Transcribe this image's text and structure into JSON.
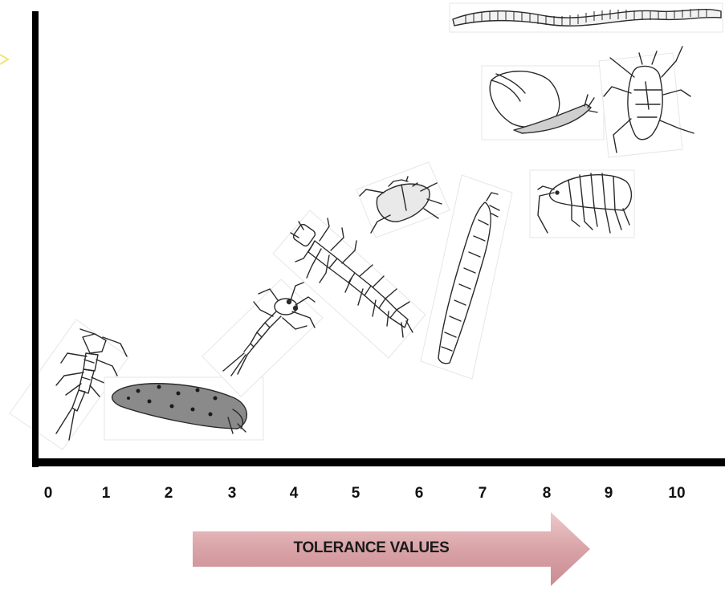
{
  "axis": {
    "x_ticks": [
      "0",
      "1",
      "2",
      "3",
      "4",
      "5",
      "6",
      "7",
      "8",
      "9",
      "10"
    ]
  },
  "arrow": {
    "label": "TOLERANCE VALUES",
    "color": "#d9a3a7"
  },
  "organisms": [
    {
      "icon": "stonefly-nymph-icon"
    },
    {
      "icon": "hellgrammite-larva-icon"
    },
    {
      "icon": "mayfly-nymph-icon"
    },
    {
      "icon": "dobsonfly-larva-icon"
    },
    {
      "icon": "water-beetle-icon"
    },
    {
      "icon": "cranefly-larva-icon"
    },
    {
      "icon": "scud-amphipod-icon"
    },
    {
      "icon": "pond-snail-icon"
    },
    {
      "icon": "water-bug-icon"
    },
    {
      "icon": "aquatic-worm-icon"
    }
  ]
}
